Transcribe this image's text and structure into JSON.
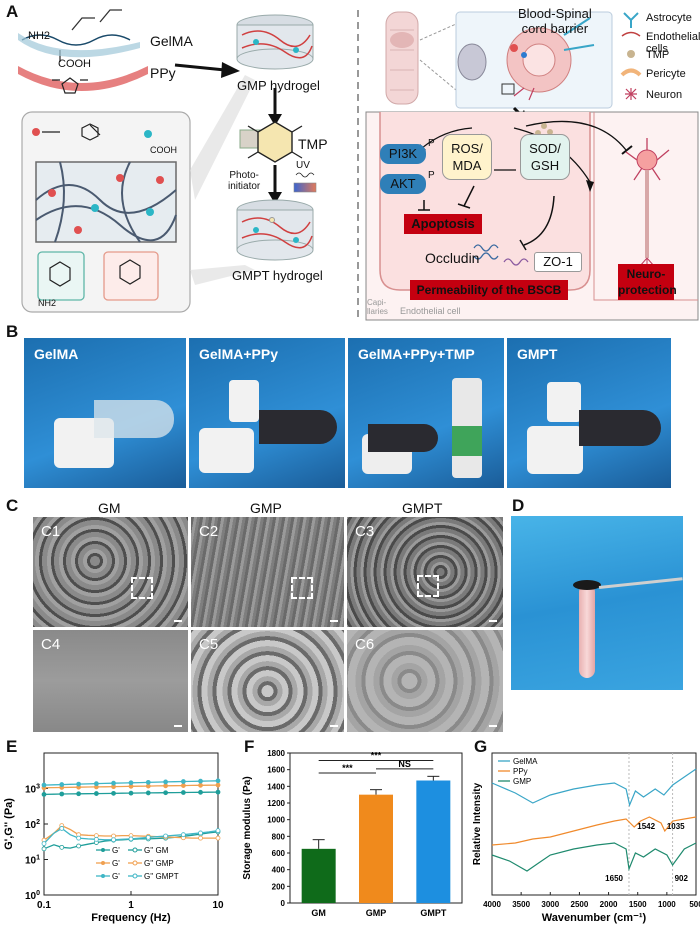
{
  "panels": {
    "A": "A",
    "B": "B",
    "C": "C",
    "D": "D",
    "E": "E",
    "F": "F",
    "G": "G"
  },
  "panel_a": {
    "gelma": "GelMA",
    "ppy": "PPy",
    "nh2": "NH2",
    "cooh": "COOH",
    "nh2_small": "NH2",
    "cooh_small": "COOH",
    "gmp_hydrogel": "GMP hydrogel",
    "tmp": "TMP",
    "photo_initiator": "Photo-\ninitiator",
    "uv": "UV",
    "gmpt_hydrogel": "GMPT hydrogel",
    "bscb": "Blood-Spinal\ncord barrier",
    "legend": [
      "Astrocyte",
      "Endothelial cells",
      "TMP",
      "Pericyte",
      "Neuron"
    ],
    "pi3k": "PI3K",
    "akt": "AKT",
    "p1": "P",
    "p2": "P",
    "ros": "ROS/\nMDA",
    "sod": "SOD/\nGSH",
    "apoptosis": "Apoptosis",
    "occludin": "Occludin",
    "zo1": "ZO-1",
    "permeability": "Permeability of the BSCB",
    "neuroprotection": "Neuro-\nprotection",
    "capillaries": "Capi-\nllaries",
    "endothelial_cell": "Endothelial cell"
  },
  "panel_b": {
    "photos": [
      "GelMA",
      "GelMA+PPy",
      "GelMA+PPy+TMP",
      "GMPT"
    ]
  },
  "panel_c": {
    "headers": [
      "GM",
      "GMP",
      "GMPT"
    ],
    "tiles": [
      "C1",
      "C2",
      "C3",
      "C4",
      "C5",
      "C6"
    ]
  },
  "chart_data": [
    {
      "panel": "E",
      "type": "line",
      "xlabel": "Frequency (Hz)",
      "ylabel": "G',G'' (Pa)",
      "xscale": "log",
      "yscale": "log",
      "xlim": [
        0.1,
        10
      ],
      "ylim": [
        1,
        10000
      ],
      "x_ticks": [
        "0.1",
        "1",
        "10"
      ],
      "y_ticks": [
        "10^0",
        "10^1",
        "10^2",
        "10^3"
      ],
      "legend_rows": [
        {
          "gp": "G'",
          "gpp": "G'' GM",
          "color": "#1f9e9a"
        },
        {
          "gp": "G'",
          "gpp": "G'' GMP",
          "color": "#f0a050"
        },
        {
          "gp": "G'",
          "gpp": "G'' GMPT",
          "color": "#3fb6c6"
        }
      ],
      "x": [
        0.1,
        0.13,
        0.16,
        0.2,
        0.25,
        0.32,
        0.4,
        0.5,
        0.63,
        0.79,
        1,
        1.26,
        1.58,
        2,
        2.5,
        3.2,
        4,
        5,
        6.3,
        7.9,
        10
      ],
      "series": [
        {
          "name": "G' GM",
          "color": "#1f9e9a",
          "values": [
            680,
            690,
            700,
            705,
            710,
            715,
            720,
            725,
            730,
            735,
            740,
            745,
            750,
            755,
            760,
            765,
            770,
            775,
            780,
            785,
            790
          ]
        },
        {
          "name": "G'' GM",
          "color": "#1f9e9a",
          "values": [
            20,
            26,
            22,
            21,
            24,
            27,
            30,
            33,
            35,
            36,
            37,
            38,
            38,
            39,
            40,
            42,
            45,
            48,
            52,
            56,
            60
          ]
        },
        {
          "name": "G' GMP",
          "color": "#f0a050",
          "values": [
            1050,
            1060,
            1070,
            1080,
            1090,
            1100,
            1110,
            1120,
            1130,
            1140,
            1150,
            1160,
            1170,
            1180,
            1190,
            1200,
            1210,
            1220,
            1230,
            1240,
            1250
          ]
        },
        {
          "name": "G'' GMP",
          "color": "#f0a050",
          "values": [
            35,
            55,
            90,
            70,
            50,
            48,
            47,
            46,
            46,
            47,
            47,
            46,
            45,
            44,
            43,
            42,
            41,
            40,
            40,
            40,
            40
          ]
        },
        {
          "name": "G' GMPT",
          "color": "#3fb6c6",
          "values": [
            1250,
            1270,
            1290,
            1310,
            1330,
            1350,
            1370,
            1390,
            1410,
            1430,
            1450,
            1470,
            1490,
            1510,
            1530,
            1550,
            1570,
            1590,
            1610,
            1630,
            1650
          ]
        },
        {
          "name": "G'' GMPT",
          "color": "#3fb6c6",
          "values": [
            28,
            55,
            75,
            50,
            40,
            38,
            37,
            36,
            36,
            37,
            38,
            40,
            42,
            44,
            46,
            48,
            50,
            53,
            56,
            60,
            65
          ]
        }
      ]
    },
    {
      "panel": "F",
      "type": "bar",
      "ylabel": "Storage modulus (Pa)",
      "ylim": [
        0,
        1800
      ],
      "y_ticks": [
        "0",
        "200",
        "400",
        "600",
        "800",
        "1000",
        "1200",
        "1400",
        "1600",
        "1800"
      ],
      "categories": [
        "GM",
        "GMP",
        "GMPT"
      ],
      "values": [
        650,
        1300,
        1470
      ],
      "errors": [
        110,
        60,
        50
      ],
      "colors": [
        "#0f6b1a",
        "#f08a1c",
        "#1d8fe0"
      ],
      "significance": [
        "***",
        "***",
        "NS"
      ]
    },
    {
      "panel": "G",
      "type": "line",
      "xlabel": "Wavenumber (cm⁻¹)",
      "ylabel": "Relative Intensity",
      "xlim": [
        4000,
        500
      ],
      "x_ticks": [
        "4000",
        "3500",
        "3000",
        "2500",
        "2000",
        "1500",
        "1000",
        "500"
      ],
      "annotations": [
        "1542",
        "1035",
        "1650",
        "902"
      ],
      "series": [
        {
          "name": "GelMA",
          "color": "#3aa6c7"
        },
        {
          "name": "PPy",
          "color": "#f08a2c"
        },
        {
          "name": "GMP",
          "color": "#1f8a6e"
        }
      ]
    }
  ]
}
